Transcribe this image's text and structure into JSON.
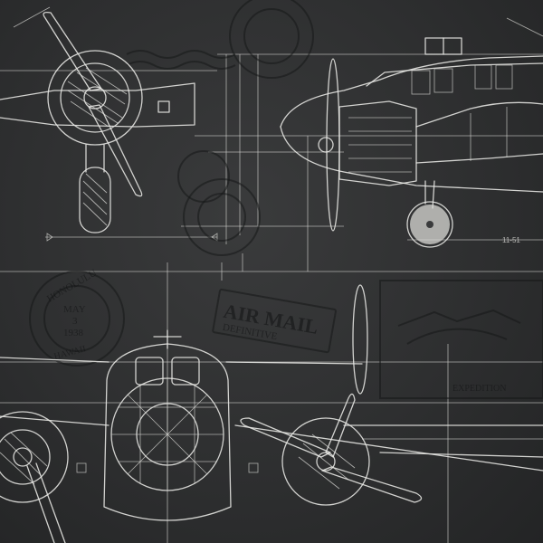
{
  "stamps": {
    "airmail_title": "AIR MAIL",
    "airmail_sub": "DEFINITIVE",
    "postmark_city": "HONOLULU",
    "postmark_month": "MAY",
    "postmark_day": "3",
    "postmark_year": "1938",
    "postmark_state": "HAWAII",
    "small_label": "11-51",
    "expedition_label": "EXPEDITION"
  },
  "colors": {
    "chalkboard": "#2b2c2d",
    "chalk": "#e9e9e6",
    "stamp_ink": "#161718"
  }
}
